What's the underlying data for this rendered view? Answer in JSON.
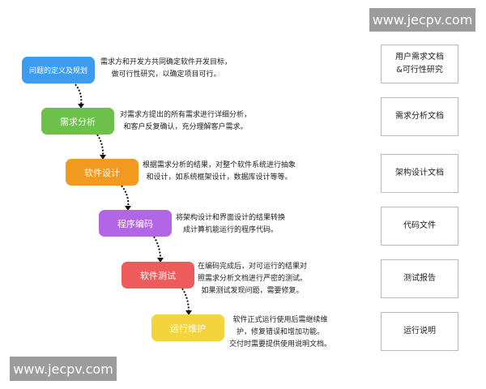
{
  "watermark": "www.jecpv.com",
  "steps": [
    {
      "label": "问题的定义及规划",
      "color": "#3d9cf0",
      "desc1": "需求方和开发方共同确定软件开发目标，",
      "desc2": "做可行性研究，以确定项目可行。",
      "doc": "用户需求文档\n&可行性研究"
    },
    {
      "label": "需求分析",
      "color": "#6dc04a",
      "desc1": "对需求方提出的所有需求进行详细分析，",
      "desc2": "和客户反复确认，充分理解客户需求。",
      "doc": "需求分析文档"
    },
    {
      "label": "软件设计",
      "color": "#f29a1f",
      "desc1": "根据需求分析的结果，对整个软件系统进行抽象",
      "desc2": "和设计，如系统框架设计，数据库设计等等。",
      "doc": "架构设计文档"
    },
    {
      "label": "程序编码",
      "color": "#b266e6",
      "desc1": "将架构设计和界面设计的结果转换",
      "desc2": "成计算机能运行的程序代码。",
      "doc": "代码文件"
    },
    {
      "label": "软件测试",
      "color": "#ee5b5b",
      "desc1": "在编码完成后，对可运行的结果对",
      "desc2": "照需求分析文档进行严密的测试。",
      "desc3": "如果测试发现问题，需要修复。",
      "doc": "测试报告"
    },
    {
      "label": "运行维护",
      "color": "#f3d43c",
      "desc1": "软件正式运行使用后需继续维",
      "desc2": "护，修复错误和增加功能。",
      "desc3": "交付时需要提供使用说明文档。",
      "doc": "运行说明"
    }
  ]
}
